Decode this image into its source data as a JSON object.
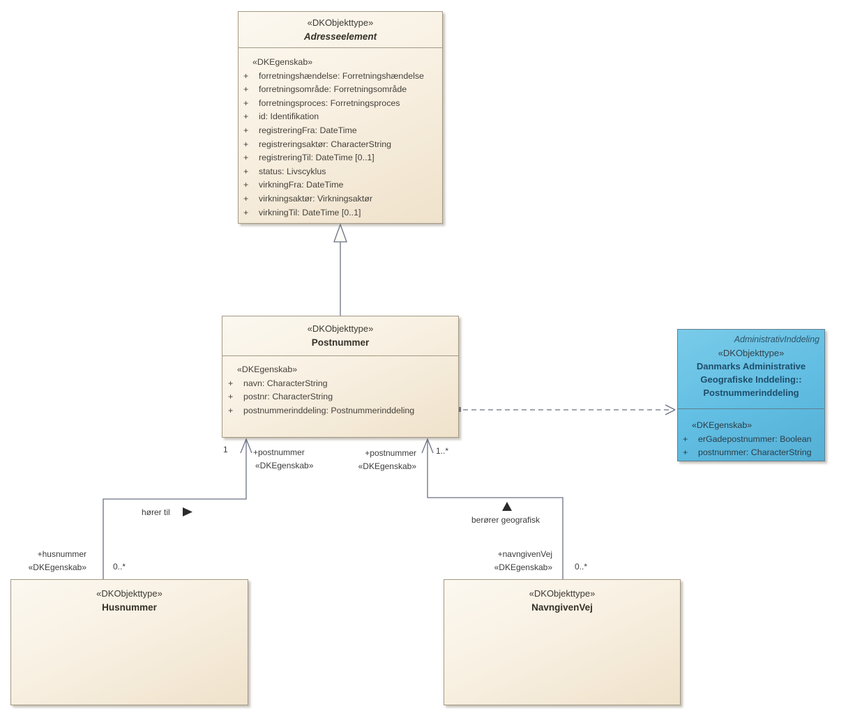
{
  "classes": {
    "adresseelement": {
      "stereotype": "«DKObjekttype»",
      "name": "Adresseelement",
      "attr_header": "«DKEgenskab»",
      "attributes": [
        "forretningshændelse: Forretningshændelse",
        "forretningsområde: Forretningsområde",
        "forretningsproces: Forretningsproces",
        "id: Identifikation",
        "registreringFra: DateTime",
        "registreringsaktør: CharacterString",
        "registreringTil: DateTime [0..1]",
        "status: Livscyklus",
        "virkningFra: DateTime",
        "virkningsaktør: Virkningsaktør",
        "virkningTil: DateTime [0..1]"
      ]
    },
    "postnummer": {
      "stereotype": "«DKObjekttype»",
      "name": "Postnummer",
      "attr_header": "«DKEgenskab»",
      "attributes": [
        "navn: CharacterString",
        "postnr: CharacterString",
        "postnummerinddeling: Postnummerinddeling"
      ]
    },
    "postnummerinddeling": {
      "parent": "AdministrativInddeling",
      "stereotype": "«DKObjekttype»",
      "name_lines": [
        "Danmarks Administrative",
        "Geografiske Inddeling::",
        "Postnummerinddeling"
      ],
      "attr_header": "«DKEgenskab»",
      "attributes": [
        "erGadepostnummer: Boolean",
        "postnummer: CharacterString"
      ]
    },
    "husnummer": {
      "stereotype": "«DKObjekttype»",
      "name": "Husnummer"
    },
    "navngivenvej": {
      "stereotype": "«DKObjekttype»",
      "name": "NavngivenVej"
    }
  },
  "associations": {
    "horer_til": {
      "name": "hører til",
      "target_multiplicity": "1",
      "target_role": "+postnummer",
      "target_role_stereotype": "«DKEgenskab»",
      "source_role": "+husnummer",
      "source_role_stereotype": "«DKEgenskab»",
      "source_multiplicity": "0..*"
    },
    "beroerer_geografisk": {
      "name": "berører geografisk",
      "target_multiplicity": "1..*",
      "target_role": "+postnummer",
      "target_role_stereotype": "«DKEgenskab»",
      "source_role": "+navngivenVej",
      "source_role_stereotype": "«DKEgenskab»",
      "source_multiplicity": "0..*"
    }
  },
  "colors": {
    "box_fill": "#f6eddc",
    "box_border": "#a39884",
    "blue_fill": "#62bee3",
    "blue_border": "#5f7f90",
    "line": "#6a7183",
    "direction_arrow": "#2b2b2b"
  }
}
